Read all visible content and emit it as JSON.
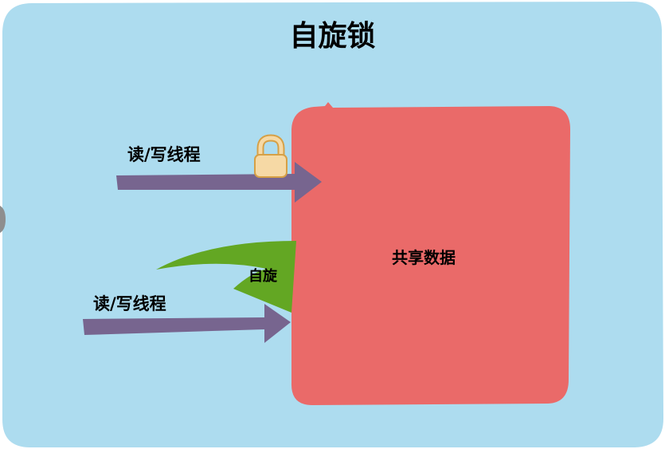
{
  "title": "自旋锁",
  "shared_data_label": "共享数据",
  "threads": [
    {
      "label": "读/写线程"
    },
    {
      "label": "读/写线程"
    }
  ],
  "spin_label": "自旋",
  "icons": [
    "lock-icon"
  ],
  "colors": {
    "background": "#ADDCEF",
    "shared_block": "#EA6A69",
    "thread_arrow": "#77658F",
    "spin_arrow": "#63A723",
    "lock_body": "#F6D9A5",
    "lock_outline": "#D6A046"
  }
}
